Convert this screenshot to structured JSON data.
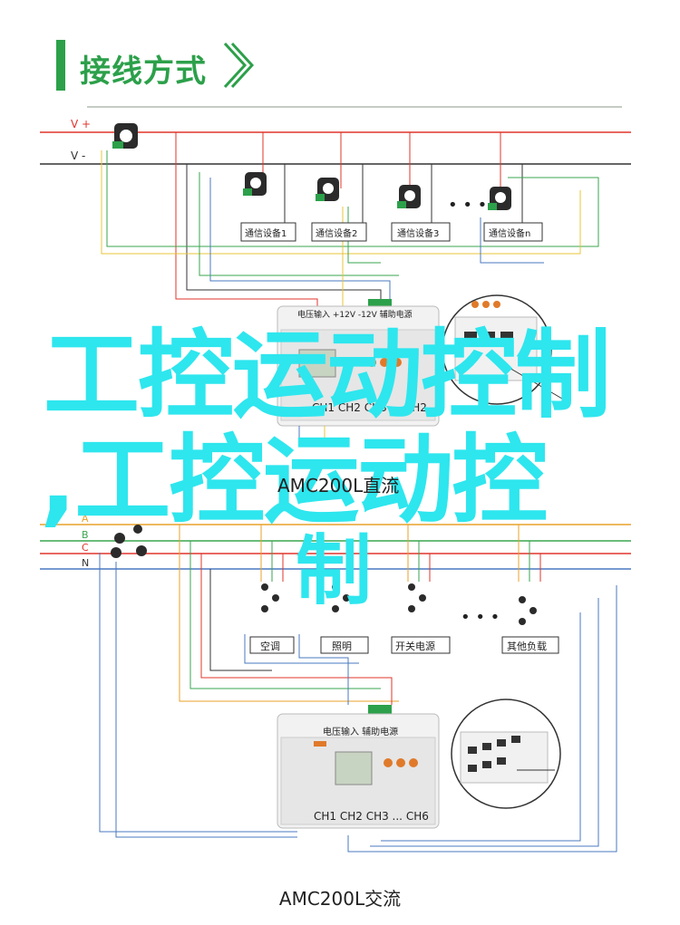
{
  "section_title": "接线方式",
  "dc_diagram": {
    "rails": [
      "V +",
      "V -"
    ],
    "devices": [
      "通信设备1",
      "通信设备2",
      "通信设备3",
      "通信设备n"
    ],
    "ellipsis": "• • •",
    "meter_label": "电压输入 +12V -12V   辅助电源",
    "channel_label": "CH1 CH2 CH3 ... CH2",
    "caption": "AMC200L直流"
  },
  "ac_diagram": {
    "phases": [
      "A",
      "B",
      "C",
      "N"
    ],
    "loads": [
      "空调",
      "照明",
      "开关电源",
      "其他负载"
    ],
    "ellipsis": "• • •",
    "meter_label": "电压输入    辅助电源",
    "channel_label": "CH1 CH2 CH3 ... CH6",
    "caption": "AMC200L交流"
  },
  "watermark": {
    "line1": "工控运动控制",
    "line2": ",工控运动控",
    "line3": "制"
  },
  "colors": {
    "accent_green": "#2ca04a",
    "red_wire": "#e0352b",
    "blue_wire": "#4a78c2",
    "yellow_wire": "#e8c43a",
    "green_wire": "#3aa64f",
    "watermark": "#2ee6ee"
  }
}
